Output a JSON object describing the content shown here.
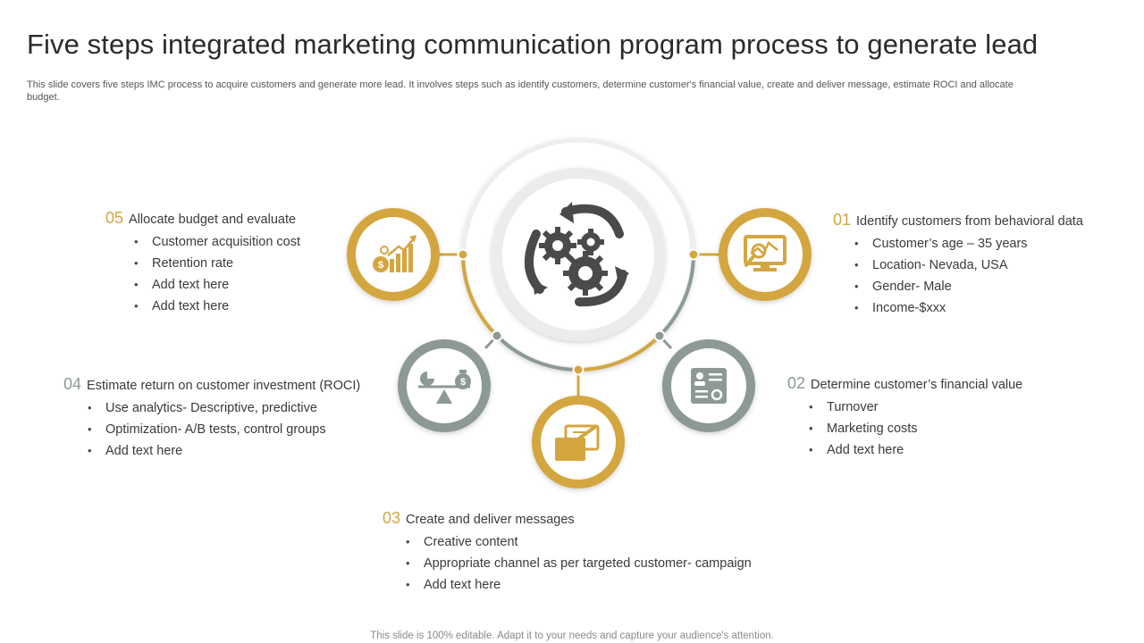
{
  "header": {
    "title": "Five steps integrated marketing communication program process to generate lead",
    "subtitle": "This slide covers five steps IMC process to acquire customers and generate more lead. It involves steps such as identify customers, determine customer's financial value, create and deliver message, estimate ROCI and allocate budget."
  },
  "footer": {
    "text": "This slide is 100% editable. Adapt it to your needs and capture your audience's attention."
  },
  "colors": {
    "gold": "#d4a640",
    "grey": "#8c9995",
    "text": "#3a3a3a"
  },
  "center": {
    "icon": "gears-cycle-icon"
  },
  "steps": [
    {
      "number": "01",
      "heading": "Identify customers from behavioral data",
      "icon": "monitor-analytics-icon",
      "color": "gold",
      "bullets": [
        "Customer’s age – 35 years",
        "Location- Nevada, USA",
        "Gender- Male",
        "Income-$xxx"
      ]
    },
    {
      "number": "02",
      "heading": "Determine customer’s financial value",
      "icon": "profile-document-icon",
      "color": "grey",
      "bullets": [
        "Turnover",
        "Marketing costs",
        "Add text here"
      ]
    },
    {
      "number": "03",
      "heading": "Create and deliver messages",
      "icon": "message-edit-icon",
      "color": "gold",
      "bullets": [
        "Creative content",
        "Appropriate channel as per targeted customer- campaign",
        "Add text here"
      ]
    },
    {
      "number": "04",
      "heading": "Estimate return on customer investment (ROCI)",
      "icon": "balance-scale-icon",
      "color": "grey",
      "bullets": [
        "Use analytics- Descriptive, predictive",
        "Optimization- A/B tests, control groups",
        "Add text here"
      ]
    },
    {
      "number": "05",
      "heading": "Allocate budget and evaluate",
      "icon": "budget-growth-icon",
      "color": "gold",
      "bullets": [
        "Customer acquisition cost",
        "Retention rate",
        "Add text here",
        "Add text here"
      ]
    }
  ]
}
